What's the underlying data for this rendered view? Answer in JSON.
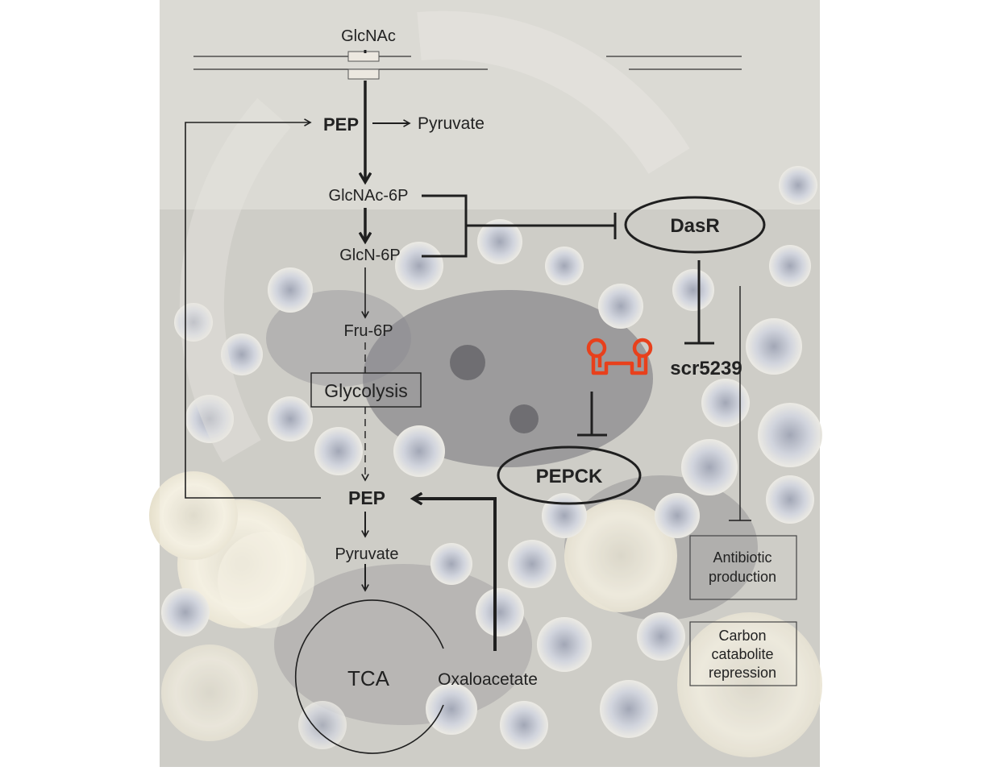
{
  "colors": {
    "panel_background": "#c9c6bd",
    "colony_light": "#ece6d2",
    "colony_dark": "#4a4a52",
    "arrow": "#1f1f1f",
    "rna_red": "#e8401c"
  },
  "nodes": {
    "glcnac": "GlcNAc",
    "pep_top": "PEP",
    "pyruvate_top": "Pyruvate",
    "glcnac_6p": "GlcNAc-6P",
    "glcn_6p": "GlcN-6P",
    "fru_6p": "Fru-6P",
    "glycolysis": "Glycolysis",
    "pep_bottom": "PEP",
    "pyruvate_bottom": "Pyruvate",
    "tca": "TCA",
    "oxaloacetate": "Oxaloacetate",
    "dasr": "DasR",
    "scr5239": "scr5239",
    "pepck": "PEPCK"
  },
  "outputs": {
    "antibiotic": [
      "Antibiotic",
      "production"
    ],
    "carbon": [
      "Carbon",
      "catabolite",
      "repression"
    ]
  },
  "icons": {
    "hairpin": "rna-hairpin-icon"
  }
}
